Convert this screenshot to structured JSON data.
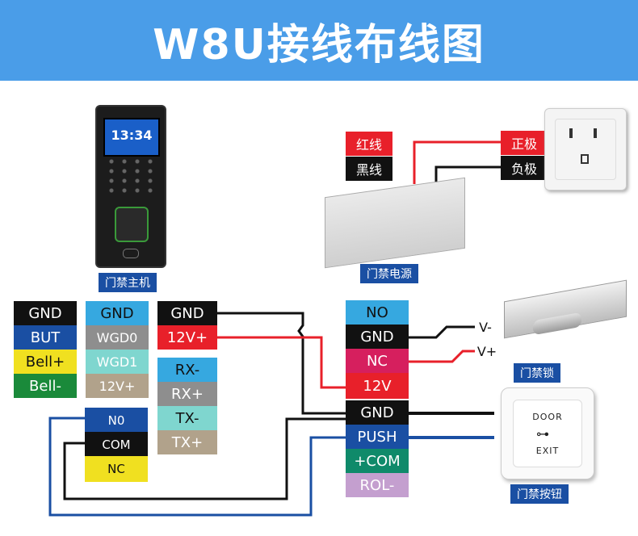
{
  "title": "W8U接线布线图",
  "captions": {
    "controller": "门禁主机",
    "power_supply": "门禁电源",
    "lock": "门禁锁",
    "button": "门禁按钮"
  },
  "power_wires": {
    "red": "红线",
    "black": "黑线",
    "positive": "正极",
    "negative": "负极"
  },
  "controller_screen": {
    "time": "13:34"
  },
  "left_block": [
    "GND",
    "BUT",
    "Bell+",
    "Bell-"
  ],
  "wiegand_block": [
    "GND",
    "WGD0",
    "WGD1",
    "12V+"
  ],
  "power_block": [
    "GND",
    "12V+"
  ],
  "serial_block": [
    "RX-",
    "RX+",
    "TX-",
    "TX+"
  ],
  "relay_block": [
    "N0",
    "COM",
    "NC"
  ],
  "psu_terminals": [
    "NO",
    "GND",
    "NC",
    "12V",
    "GND",
    "PUSH",
    "+COM",
    "ROL-"
  ],
  "lock_wires": {
    "neg": "V-",
    "pos": "V+"
  },
  "button_face": {
    "top": "DOOR",
    "bottom": "EXIT"
  },
  "colors": {
    "banner": "#4a9de8",
    "caption": "#1a4fa3",
    "red": "#e8202a",
    "blue": "#1a4fa3"
  }
}
